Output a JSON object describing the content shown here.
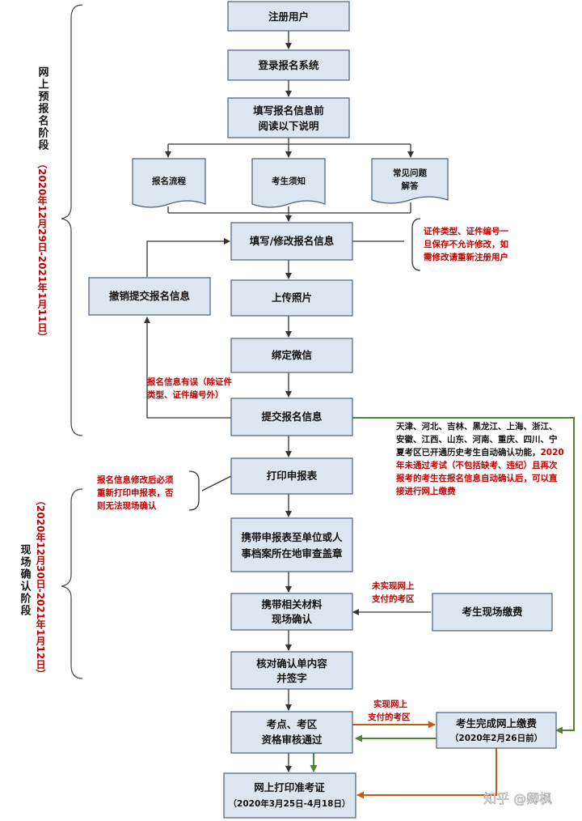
{
  "stages": {
    "online_title": "网上预报名阶段",
    "online_dates": "（2020年12月29日-2021年1月11日）",
    "onsite_title": "现场确认阶段",
    "onsite_dates": "（2020年12月30日-2021年1月12日）"
  },
  "nodes": {
    "register_user": "注册用户",
    "login_system": "登录报名系统",
    "read_before_1": "填写报名信息前",
    "read_before_2": "阅读以下说明",
    "doc_process": "报名流程",
    "doc_notice": "考生须知",
    "doc_faq_1": "常见问题",
    "doc_faq_2": "解答",
    "fill_modify": "填写/修改报名信息",
    "cancel_submit": "撤销提交报名信息",
    "upload_photo": "上传照片",
    "bind_wechat": "绑定微信",
    "submit_info": "提交报名信息",
    "print_form": "打印申报表",
    "stamp_1": "携带申报表至单位或人",
    "stamp_2": "事档案所在地审查盖章",
    "materials_1": "携带相关材料",
    "materials_2": "现场确认",
    "onsite_pay": "考生现场缴费",
    "verify_1": "核对确认单内容",
    "verify_2": "并签字",
    "site_1": "考点、考区",
    "site_2": "资格审核通过",
    "online_pay_1": "考生完成网上缴费",
    "online_pay_2": "（2020年2月26日前）",
    "print_ticket_1": "网上打印准考证",
    "print_ticket_2": "（2020年3月25日-4月18日）"
  },
  "notes": {
    "cert_1": "证件类型、证件编号一",
    "cert_2": "旦保存不允许修改，如",
    "cert_3": "需修改请重新注册用户",
    "info_error_1": "报名信息有误（除证件",
    "info_error_2": "类型、证件编号外）",
    "reprint_1": "报名信息修改后必须",
    "reprint_2": "重新打印申报表，否",
    "reprint_3": "则无法现场确认",
    "regions_1": "天津、河北、吉林、黑龙江、上海、浙江、",
    "regions_2": "安徽、江西、山东、河南、重庆、四川、宁",
    "regions_3": "夏考区已开通历史考生自动确认功能，",
    "regions_3_red": "2020",
    "regions_4": "年未通过考试（不包括缺考、违纪）且再次",
    "regions_5": "报考的考生在报名信息自动确认后，可以直",
    "regions_6": "接进行网上缴费",
    "no_online_1": "未实现网上",
    "no_online_2": "支付的考区",
    "has_online_1": "实现网上",
    "has_online_2": "支付的考区"
  },
  "watermark": "知乎 @卿枫",
  "colors": {
    "box_fill": "#dce6f1",
    "box_stroke": "#4a5f7a",
    "note_red": "#c00000",
    "edge_green": "#548235",
    "edge_orange": "#c55a11"
  }
}
